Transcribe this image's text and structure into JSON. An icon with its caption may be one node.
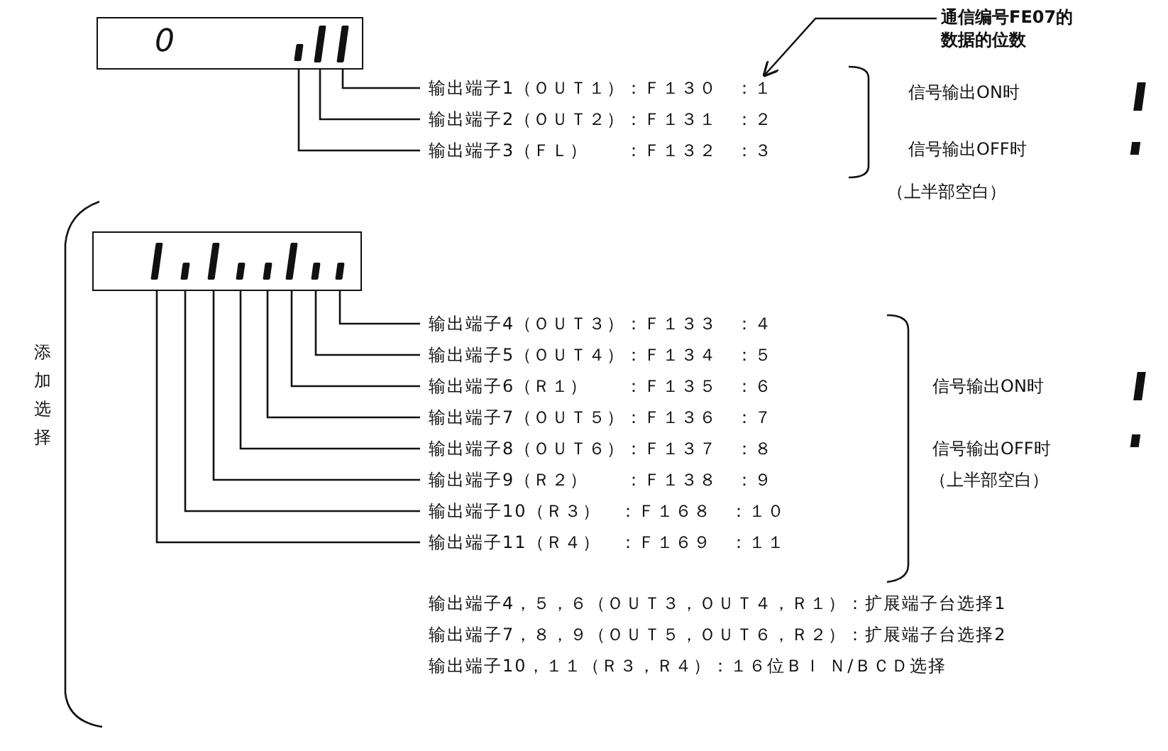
{
  "diagram": {
    "nodes": [
      {
        "text": [
          "0"
        ]
      },
      {
        "text": [],
        "shape": "bar",
        "in": 0
      },
      {
        "text": [],
        "shape": "bar",
        "in": 0
      },
      {
        "text": [],
        "shape": "bar",
        "in": 0
      },
      {
        "text": [
          "通信编号FE07的数据的位数"
        ]
      },
      {
        "text": [
          "输出端子1（ＯＵＴ１）：Ｆ１３０　：１"
        ]
      },
      {
        "text": [
          "输出端子2（ＯＵＴ２）：Ｆ１３１　：２"
        ]
      },
      {
        "text": [
          "输出端子3（ＦＬ）　　：Ｆ１３２　：３"
        ]
      },
      {
        "text": [],
        "shape": "box"
      },
      {
        "text": [],
        "shape": "bar",
        "in": 8
      },
      {
        "text": [],
        "shape": "bar",
        "in": 8
      },
      {
        "text": [],
        "shape": "bar",
        "in": 8
      },
      {
        "text": [],
        "shape": "bar",
        "in": 8
      },
      {
        "text": [],
        "shape": "bar",
        "in": 8
      },
      {
        "text": [],
        "shape": "bar",
        "in": 8
      },
      {
        "text": [],
        "shape": "bar",
        "in": 8
      },
      {
        "text": [],
        "shape": "bar",
        "in": 8
      },
      {
        "text": [
          "输出端子4（ＯＵＴ３）：Ｆ１３３　：４"
        ]
      },
      {
        "text": [
          "输出端子5（ＯＵＴ４）：Ｆ１３４　：５"
        ]
      },
      {
        "text": [
          "输出端子6（Ｒ１）　　：Ｆ１３５　：６"
        ]
      },
      {
        "text": [
          "输出端子7（ＯＵＴ５）：Ｆ１３６　：７"
        ]
      },
      {
        "text": [
          "输出端子8（ＯＵＴ６）：Ｆ１３７　：８"
        ]
      },
      {
        "text": [
          "输出端子9（Ｒ２）　　：Ｆ１３８　：９"
        ]
      },
      {
        "text": [
          "输出端子10（Ｒ３）　：Ｆ１６８　：１０"
        ]
      },
      {
        "text": [
          "输出端子11（Ｒ４）　：Ｆ１６９　：１１"
        ]
      }
    ],
    "edges": [
      {
        "from": 4,
        "to": 5,
        "arrow": "to"
      },
      {
        "from": 5,
        "to": 3,
        "arrow": "none"
      },
      {
        "from": 6,
        "to": 2,
        "arrow": "none"
      },
      {
        "from": 7,
        "to": 1,
        "arrow": "none"
      },
      {
        "from": 17,
        "to": 16,
        "arrow": "none"
      },
      {
        "from": 18,
        "to": 15,
        "arrow": "none"
      },
      {
        "from": 19,
        "to": 14,
        "arrow": "none"
      },
      {
        "from": 20,
        "to": 13,
        "arrow": "none"
      },
      {
        "from": 21,
        "to": 12,
        "arrow": "none"
      },
      {
        "from": 22,
        "to": 11,
        "arrow": "none"
      },
      {
        "from": 23,
        "to": 10,
        "arrow": "none"
      },
      {
        "from": 24,
        "to": 9,
        "arrow": "none"
      }
    ],
    "labels": [
      "信号输出ON时",
      "信号输出OFF时",
      "（上半部空白）",
      "添加选择",
      "信号输出ON时",
      "信号输出OFF时",
      "（上半部空白）",
      "输出端子4，５，６（ＯＵＴ３，ＯＵＴ４，Ｒ１）：扩展端子台选择1",
      "输出端子7，８，９（ＯＵＴ５，ＯＵＴ６，Ｒ２）：扩展端子台选择2",
      "输出端子10，１１（Ｒ３，Ｒ４）：１６位ＢＩ Ｎ/ＢＣＤ选择"
    ]
  }
}
